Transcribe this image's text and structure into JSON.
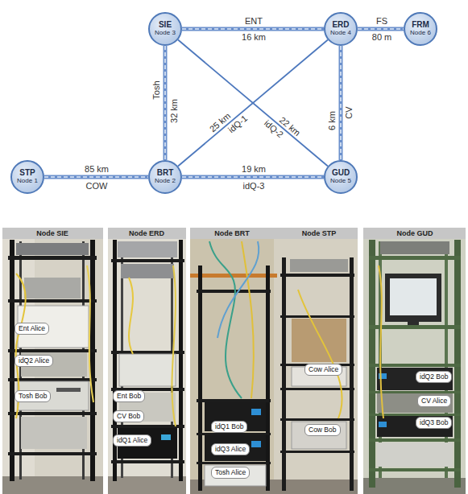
{
  "diagram": {
    "nodes": [
      {
        "text": [
          "SIE",
          "Node 3"
        ]
      },
      {
        "text": [
          "ERD",
          "Node 4"
        ]
      },
      {
        "text": [
          "FRM",
          "Node 6"
        ]
      },
      {
        "text": [
          "STP",
          "Node 1"
        ]
      },
      {
        "text": [
          "BRT",
          "Node 2"
        ]
      },
      {
        "text": [
          "GUD",
          "Node 5"
        ]
      },
      {
        "text": [
          "Node SIE"
        ]
      },
      {
        "text": [
          "Ent Alice"
        ],
        "in": 6
      },
      {
        "text": [
          "idQ2 Alice"
        ],
        "in": 6
      },
      {
        "text": [
          "Tosh Bob"
        ],
        "in": 6
      },
      {
        "text": [
          "Node ERD"
        ]
      },
      {
        "text": [
          "Ent Bob"
        ],
        "in": 10
      },
      {
        "text": [
          "CV Bob"
        ],
        "in": 10
      },
      {
        "text": [
          "idQ1 Alice"
        ],
        "in": 10
      },
      {
        "text": [
          "Node BRT",
          "Node STP"
        ]
      },
      {
        "text": [
          "Cow Alice"
        ],
        "in": 14
      },
      {
        "text": [
          "idQ1 Bob"
        ],
        "in": 14
      },
      {
        "text": [
          "Cow Bob"
        ],
        "in": 14
      },
      {
        "text": [
          "idQ3 Alice"
        ],
        "in": 14
      },
      {
        "text": [
          "Tosh Alice"
        ],
        "in": 14
      },
      {
        "text": [
          "Node GUD"
        ]
      },
      {
        "text": [
          "idQ2 Bob"
        ],
        "in": 20
      },
      {
        "text": [
          "CV Alice"
        ],
        "in": 20
      },
      {
        "text": [
          "idQ3 Bob"
        ],
        "in": 20
      }
    ],
    "edges": [
      {
        "from": 0,
        "to": 1,
        "arrow": "none",
        "label": "ENT"
      },
      {
        "from": 1,
        "to": 2,
        "arrow": "none",
        "label": "FS"
      },
      {
        "from": 0,
        "to": 4,
        "arrow": "none",
        "label": "Tosh"
      },
      {
        "from": 4,
        "to": 1,
        "arrow": "none",
        "label": "idQ-1"
      },
      {
        "from": 0,
        "to": 5,
        "arrow": "none",
        "label": "idQ-2"
      },
      {
        "from": 1,
        "to": 5,
        "arrow": "none",
        "label": "CV"
      },
      {
        "from": 3,
        "to": 4,
        "arrow": "none",
        "label": "COW"
      },
      {
        "from": 4,
        "to": 5,
        "arrow": "none",
        "label": "idQ-3"
      }
    ],
    "labels": [
      "16 km",
      "80 m",
      "32 km",
      "25 km",
      "22 km",
      "6 km",
      "85 km",
      "19 km"
    ]
  }
}
